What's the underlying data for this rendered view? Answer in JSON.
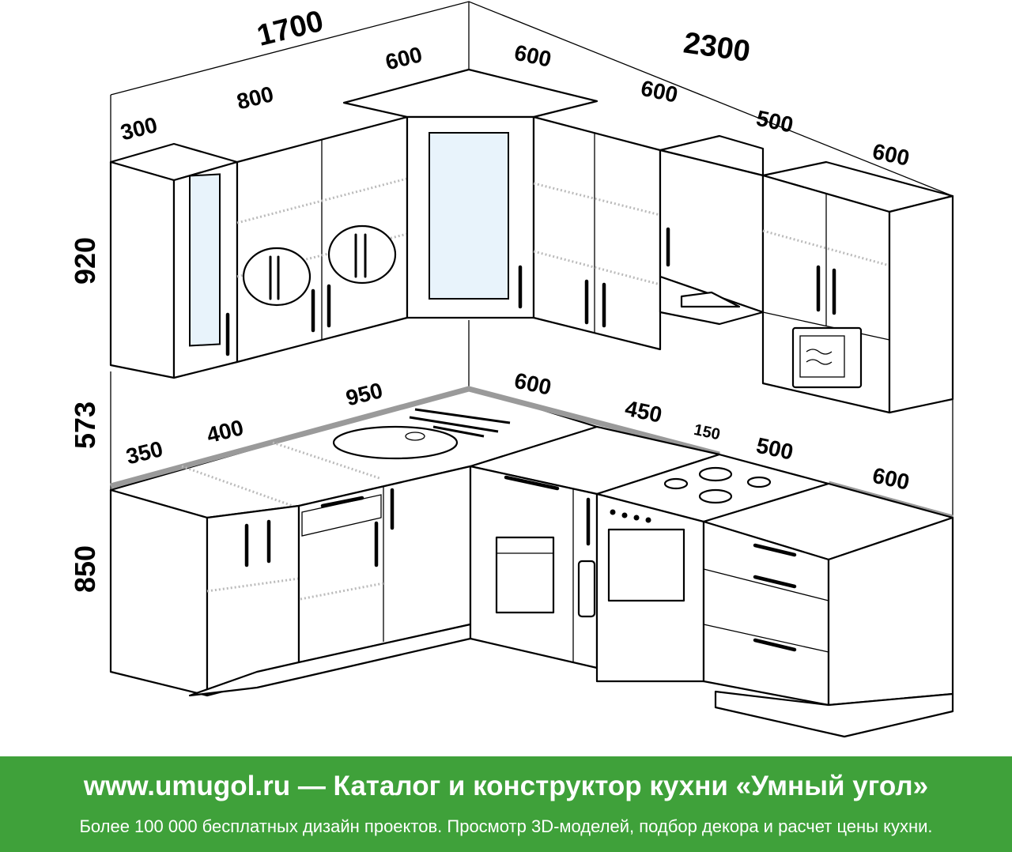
{
  "dimensions": {
    "top_left_total": "1700",
    "top_right_total": "2300",
    "upper_left": [
      "300",
      "800",
      "600"
    ],
    "upper_right": [
      "600",
      "600",
      "500",
      "600"
    ],
    "counter_left": [
      "350",
      "400",
      "950"
    ],
    "counter_right": [
      "600",
      "450",
      "150",
      "500",
      "600"
    ],
    "height_upper": "920",
    "height_backsplash": "573",
    "height_lower": "850"
  },
  "banner": {
    "title": "www.umugol.ru — Каталог и конструктор кухни «Умный угол»",
    "subtitle": "Более 100 000 бесплатных дизайн проектов. Просмотр 3D-моделей, подбор декора и расчет цены кухни."
  },
  "colors": {
    "banner_bg": "#3fa13a",
    "glass": "#e8f3fb",
    "counter_edge": "#999999"
  }
}
